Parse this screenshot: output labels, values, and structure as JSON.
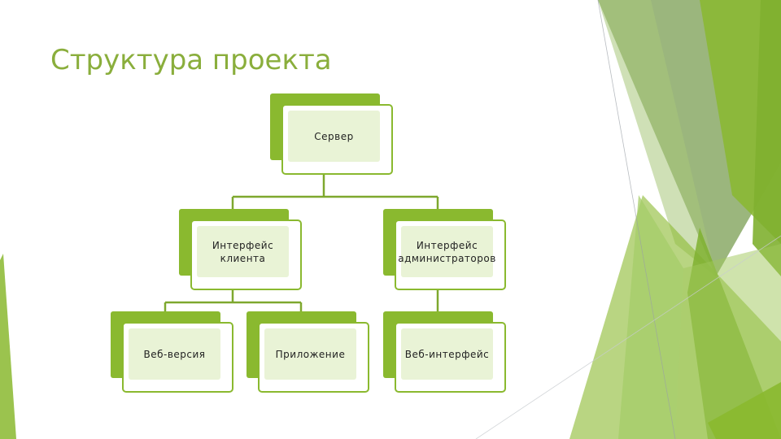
{
  "slide": {
    "title": "Структура проекта",
    "colors": {
      "accent": "#8ab92f",
      "title": "#8aae3c",
      "box_fill": "#e9f3d6",
      "text": "#222222"
    }
  },
  "diagram": {
    "type": "hierarchy",
    "nodes": {
      "server": "Сервер",
      "client_interface": "Интерфейс клиента",
      "admin_interface": "Интерфейс администраторов",
      "web_version": "Веб-версия",
      "app": "Приложение",
      "web_interface": "Веб-интерфейс"
    },
    "edges": [
      [
        "server",
        "client_interface"
      ],
      [
        "server",
        "admin_interface"
      ],
      [
        "client_interface",
        "web_version"
      ],
      [
        "client_interface",
        "app"
      ],
      [
        "admin_interface",
        "web_interface"
      ]
    ]
  }
}
